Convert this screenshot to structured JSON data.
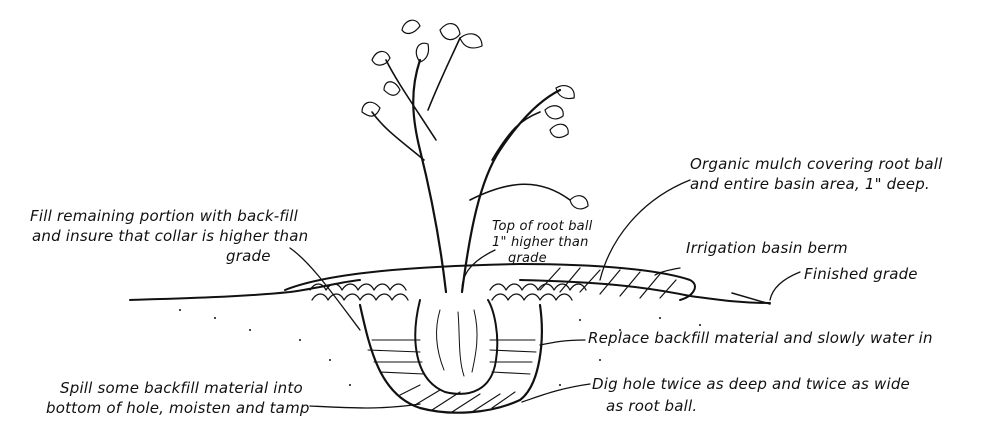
{
  "labels": {
    "mulch_1": "Organic mulch covering root ball",
    "mulch_2": "and entire basin area, 1\" deep.",
    "fill_1": "Fill remaining portion with back-fill",
    "fill_2": "and insure that collar is higher than",
    "fill_3": "grade",
    "top_1": "Top of root ball",
    "top_2": "1\" higher than",
    "top_3": "grade",
    "berm": "Irrigation basin berm",
    "finished": "Finished grade",
    "replace": "Replace backfill material and slowly water in",
    "spill_1": "Spill some backfill material into",
    "spill_2": "bottom of hole, moisten and tamp",
    "dig_1": "Dig hole twice as deep and twice as wide",
    "dig_2": "as root ball."
  },
  "colors": {
    "ink": "#111111",
    "paper": "#ffffff"
  }
}
